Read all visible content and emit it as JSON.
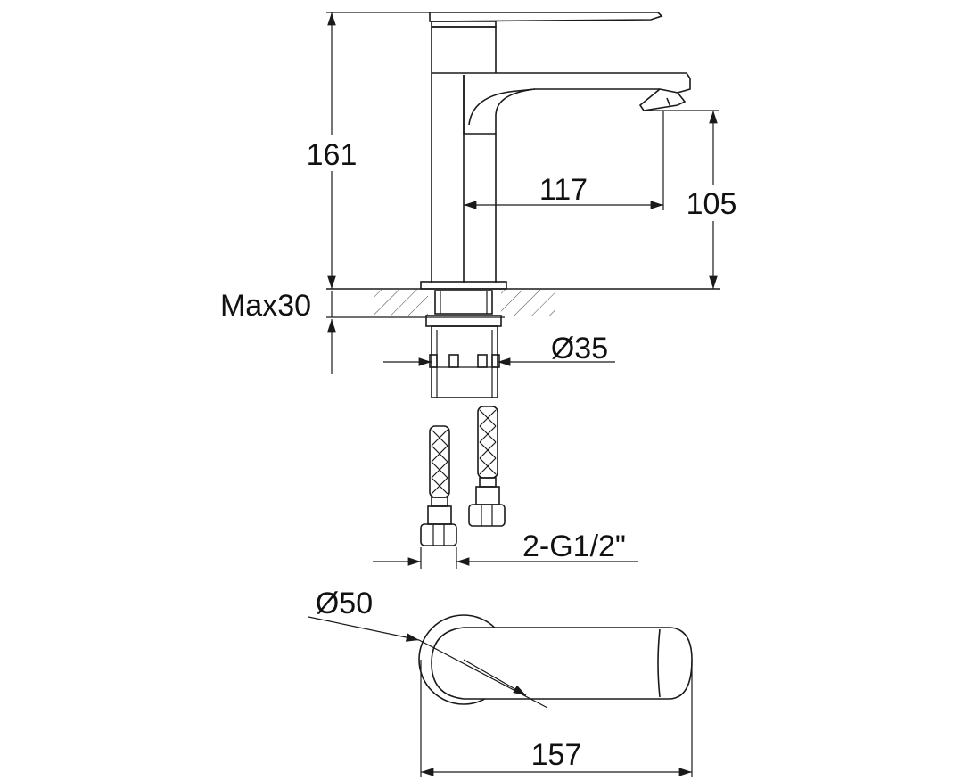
{
  "dimensions": {
    "total_height": "161",
    "spout_reach": "117",
    "spout_height": "105",
    "max_deck_thickness": "Max30",
    "shank_diameter": "Ø35",
    "hose_connection": "2-G1/2\"",
    "lever_base_diameter": "Ø50",
    "overall_length": "157"
  },
  "colors": {
    "line": "#1a1a1a",
    "background": "#ffffff"
  }
}
